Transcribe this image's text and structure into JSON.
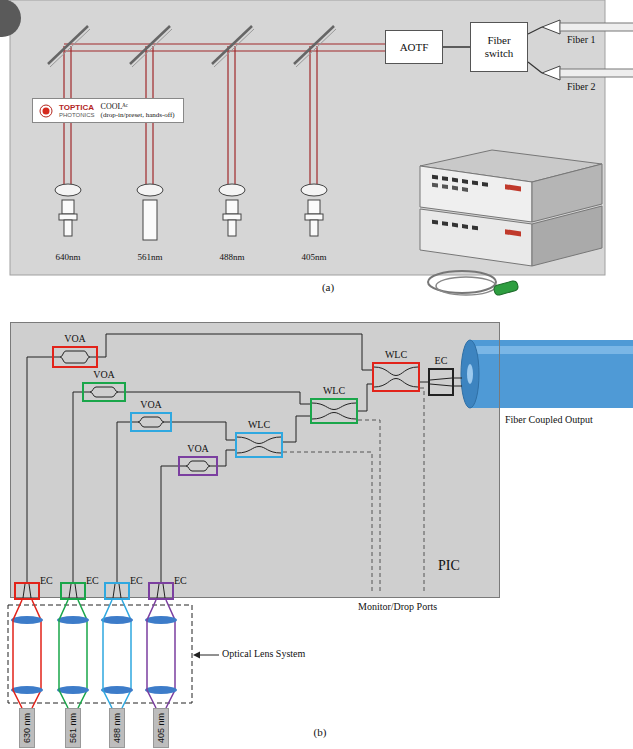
{
  "diagram": {
    "nodes": [
      {
        "text": [
          "AOTF"
        ]
      },
      {
        "text": [
          "Fiber switch"
        ]
      },
      {
        "text": [
          "TOPTICA",
          "PHOTONICS",
          "COOLᴬᶜ",
          "(drop-in/preset, hands-off)"
        ]
      },
      {
        "text": [
          "PIC"
        ]
      },
      {
        "text": [
          "VOA"
        ],
        "in": 3
      },
      {
        "text": [
          "VOA"
        ],
        "in": 3
      },
      {
        "text": [
          "VOA"
        ],
        "in": 3
      },
      {
        "text": [
          "VOA"
        ],
        "in": 3
      },
      {
        "text": [
          "WLC"
        ],
        "in": 3
      },
      {
        "text": [
          "WLC"
        ],
        "in": 3
      },
      {
        "text": [
          "WLC"
        ],
        "in": 3
      },
      {
        "text": [
          "EC"
        ],
        "in": 3
      },
      {
        "text": [
          "EC"
        ],
        "in": 3
      },
      {
        "text": [
          "EC"
        ],
        "in": 3
      },
      {
        "text": [
          "EC"
        ],
        "in": 3
      },
      {
        "text": [
          "EC"
        ],
        "in": 3
      },
      {
        "text": [
          "630 nm"
        ]
      },
      {
        "text": [
          "561 nm"
        ]
      },
      {
        "text": [
          "488 nm"
        ]
      },
      {
        "text": [
          "405 nm"
        ]
      }
    ],
    "edges": [
      {
        "from": 0,
        "to": 1,
        "arrow": "none"
      },
      {
        "from": 12,
        "to": 4,
        "arrow": "none"
      },
      {
        "from": 4,
        "to": 10,
        "arrow": "none"
      },
      {
        "from": 13,
        "to": 5,
        "arrow": "none"
      },
      {
        "from": 5,
        "to": 9,
        "arrow": "none"
      },
      {
        "from": 14,
        "to": 6,
        "arrow": "none"
      },
      {
        "from": 6,
        "to": 8,
        "arrow": "none"
      },
      {
        "from": 15,
        "to": 7,
        "arrow": "none"
      },
      {
        "from": 7,
        "to": 8,
        "arrow": "none"
      },
      {
        "from": 8,
        "to": 9,
        "arrow": "none"
      },
      {
        "from": 9,
        "to": 10,
        "arrow": "none"
      },
      {
        "from": 10,
        "to": 11,
        "arrow": "none"
      },
      {
        "from": 16,
        "to": 12,
        "arrow": "none"
      },
      {
        "from": 17,
        "to": 13,
        "arrow": "none"
      },
      {
        "from": 18,
        "to": 14,
        "arrow": "none"
      },
      {
        "from": 19,
        "to": 15,
        "arrow": "none"
      }
    ],
    "labels": [
      "640nm",
      "561nm",
      "488nm",
      "405nm",
      "Fiber 1",
      "Fiber 2",
      "(a)",
      "Fiber Coupled Output",
      "Monitor/Drop Ports",
      "Optical Lens System",
      "(b)"
    ]
  }
}
